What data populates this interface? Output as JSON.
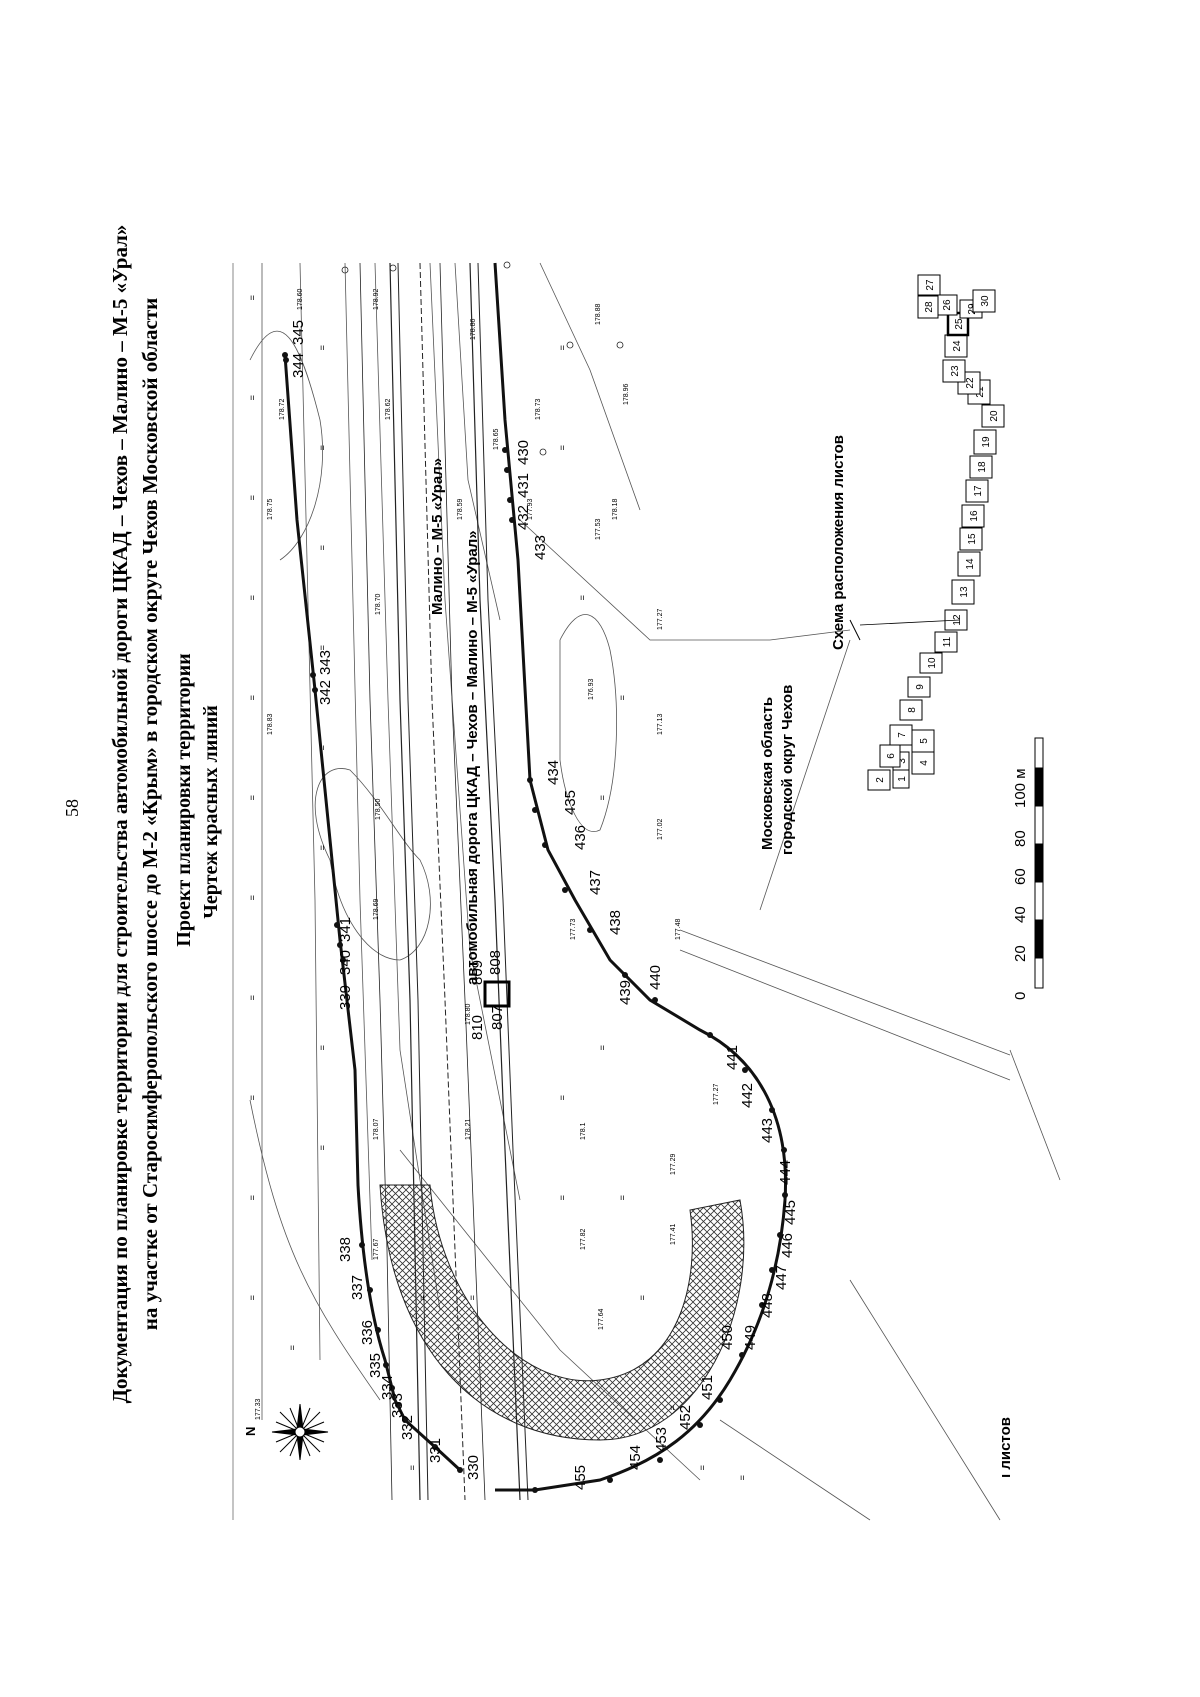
{
  "page": {
    "number": "58"
  },
  "header": {
    "line1": "Документация по планировке территории для строительства автомобильной дороги ЦКАД – Чехов – Малино – М-5 «Урал»",
    "line2": "на участке от Старосимферопольского шоссе до М-2 «Крым» в городском округе Чехов Московской области",
    "line3": "Проект планировки территории",
    "line4": "Чертеж красных линий"
  },
  "map": {
    "road_label_main": "автомобильная дорога ЦКАД – Чехов – Малино – М-5 «Урал»",
    "road_label_branch": "Малино – М-5 «Урал»",
    "region_line1": "Московская область",
    "region_line2": "городской округ Чехов",
    "scheme_label": "Схема расположения листов",
    "sheets_fragment": "ı листов",
    "north_label": "N",
    "upper_red_line_points": [
      "330",
      "331",
      "332",
      "333",
      "334",
      "335",
      "336",
      "337",
      "338",
      "339",
      "340",
      "341",
      "342",
      "343",
      "344",
      "345"
    ],
    "lower_red_line_points": [
      "430",
      "431",
      "432",
      "433",
      "434",
      "435",
      "436",
      "437",
      "438",
      "439",
      "440",
      "441",
      "442",
      "443",
      "444",
      "445",
      "446",
      "447",
      "448",
      "449",
      "450",
      "451",
      "452",
      "453",
      "454",
      "455"
    ],
    "inner_plot_points": [
      "807",
      "808",
      "809",
      "810"
    ],
    "elevation_marks": [
      "178.60",
      "178.72",
      "178.92",
      "178.62",
      "178.75",
      "178.70",
      "178.83",
      "178.50",
      "178.69",
      "178.80",
      "178.21",
      "178.07",
      "177.67",
      "177.33",
      "178.59",
      "177.93",
      "177.53",
      "177.27",
      "177.13",
      "177.02",
      "176.93",
      "177.48",
      "177.73",
      "178.1",
      "177.82",
      "177.64",
      "177.29",
      "177.41",
      "177.27",
      "178.18",
      "178.96",
      "178.88",
      "178.73",
      "178.86",
      "178.65"
    ]
  },
  "scale_bar": {
    "ticks": [
      "0",
      "20",
      "40",
      "60",
      "80",
      "100 м"
    ]
  },
  "sheet_scheme": {
    "sheets": [
      "1",
      "2",
      "3",
      "4",
      "5",
      "6",
      "7",
      "8",
      "9",
      "10",
      "11",
      "12",
      "13",
      "14",
      "15",
      "16",
      "17",
      "18",
      "19",
      "20",
      "21",
      "22",
      "23",
      "24",
      "25",
      "26",
      "27",
      "28",
      "29",
      "30"
    ],
    "highlighted": "25"
  }
}
